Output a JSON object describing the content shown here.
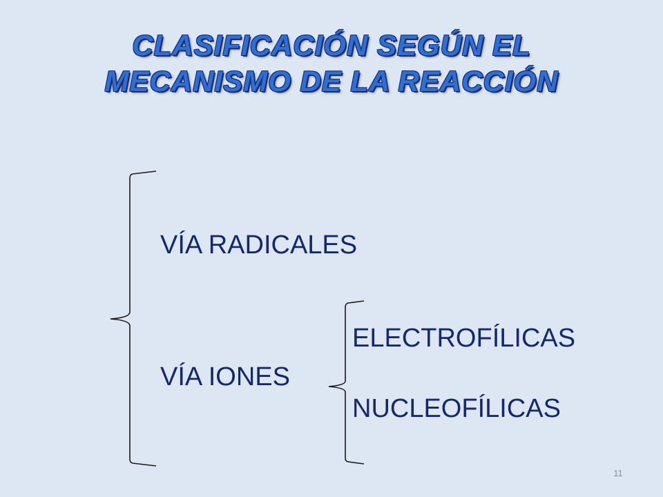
{
  "title": {
    "line1": "CLASIFICACIÓN SEGÚN EL",
    "line2": "MECANISMO DE LA REACCIÓN"
  },
  "main": {
    "branch_radicales": "VÍA RADICALES",
    "branch_iones": "VÍA IONES",
    "sub_electrofilicas": "ELECTROFÍLICAS",
    "sub_nucleofilicas": "NUCLEOFÍLICAS"
  },
  "footer": {
    "page_number": "11"
  },
  "colors": {
    "background": "#dde7f3",
    "title": "#2e6fd6",
    "title_outline": "#1a2b6e",
    "text": "#16286c"
  }
}
